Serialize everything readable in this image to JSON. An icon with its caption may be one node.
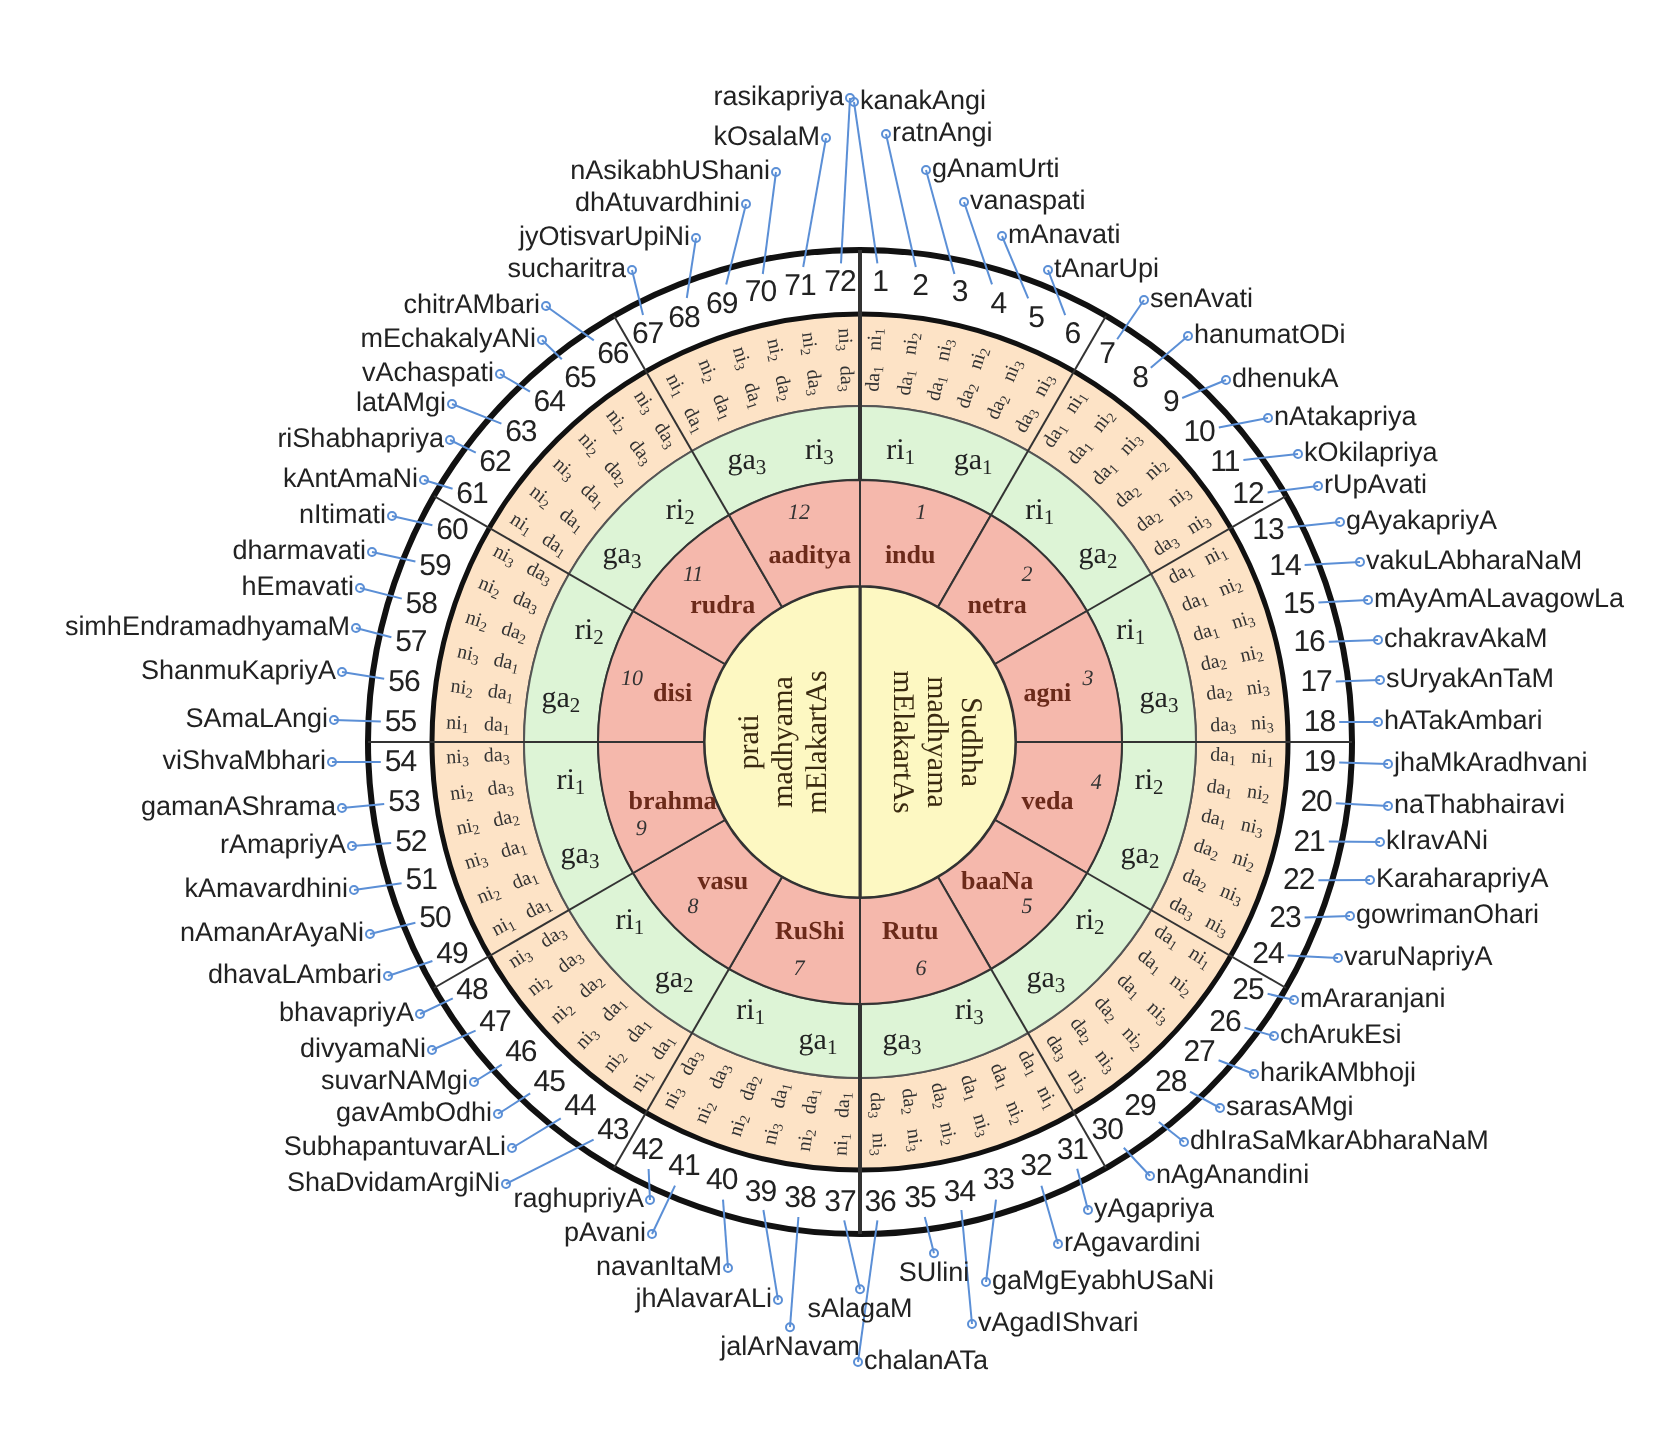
{
  "diagram": {
    "nodes": [
      {
        "text": [
          "Sudhha madhyama mElakartAs"
        ]
      },
      {
        "text": [
          "prati madhyama mElakartAs"
        ]
      },
      {
        "text": [
          "1",
          "indu"
        ]
      },
      {
        "text": [
          "2",
          "netra"
        ]
      },
      {
        "text": [
          "3",
          "agni"
        ]
      },
      {
        "text": [
          "veda",
          "4"
        ]
      },
      {
        "text": [
          "baaNa",
          "5"
        ]
      },
      {
        "text": [
          "Rutu",
          "6"
        ]
      },
      {
        "text": [
          "RuShi",
          "7"
        ]
      },
      {
        "text": [
          "vasu",
          "8"
        ]
      },
      {
        "text": [
          "brahma",
          "9"
        ]
      },
      {
        "text": [
          "10",
          "disi"
        ]
      },
      {
        "text": [
          "11",
          "rudra"
        ]
      },
      {
        "text": [
          "12",
          "aaditya"
        ]
      },
      {
        "text": [
          "1"
        ]
      },
      {
        "text": [
          "2"
        ]
      },
      {
        "text": [
          "3"
        ]
      },
      {
        "text": [
          "4"
        ]
      },
      {
        "text": [
          "5"
        ]
      },
      {
        "text": [
          "6"
        ]
      },
      {
        "text": [
          "7"
        ]
      },
      {
        "text": [
          "8"
        ]
      },
      {
        "text": [
          "9"
        ]
      },
      {
        "text": [
          "10"
        ]
      },
      {
        "text": [
          "11"
        ]
      },
      {
        "text": [
          "12"
        ]
      },
      {
        "text": [
          "13"
        ]
      },
      {
        "text": [
          "14"
        ]
      },
      {
        "text": [
          "15"
        ]
      },
      {
        "text": [
          "16"
        ]
      },
      {
        "text": [
          "17"
        ]
      },
      {
        "text": [
          "18"
        ]
      },
      {
        "text": [
          "19"
        ]
      },
      {
        "text": [
          "20"
        ]
      },
      {
        "text": [
          "21"
        ]
      },
      {
        "text": [
          "22"
        ]
      },
      {
        "text": [
          "23"
        ]
      },
      {
        "text": [
          "24"
        ]
      },
      {
        "text": [
          "25"
        ]
      },
      {
        "text": [
          "26"
        ]
      },
      {
        "text": [
          "27"
        ]
      },
      {
        "text": [
          "28"
        ]
      },
      {
        "text": [
          "29"
        ]
      },
      {
        "text": [
          "30"
        ]
      },
      {
        "text": [
          "31"
        ]
      },
      {
        "text": [
          "32"
        ]
      },
      {
        "text": [
          "33"
        ]
      },
      {
        "text": [
          "34"
        ]
      },
      {
        "text": [
          "35"
        ]
      },
      {
        "text": [
          "36"
        ]
      },
      {
        "text": [
          "37"
        ]
      },
      {
        "text": [
          "38"
        ]
      },
      {
        "text": [
          "39"
        ]
      },
      {
        "text": [
          "40"
        ]
      },
      {
        "text": [
          "41"
        ]
      },
      {
        "text": [
          "42"
        ]
      },
      {
        "text": [
          "43"
        ]
      },
      {
        "text": [
          "44"
        ]
      },
      {
        "text": [
          "45"
        ]
      },
      {
        "text": [
          "46"
        ]
      },
      {
        "text": [
          "47"
        ]
      },
      {
        "text": [
          "48"
        ]
      },
      {
        "text": [
          "49"
        ]
      },
      {
        "text": [
          "50"
        ]
      },
      {
        "text": [
          "51"
        ]
      },
      {
        "text": [
          "52"
        ]
      },
      {
        "text": [
          "53"
        ]
      },
      {
        "text": [
          "54"
        ]
      },
      {
        "text": [
          "55"
        ]
      },
      {
        "text": [
          "56"
        ]
      },
      {
        "text": [
          "57"
        ]
      },
      {
        "text": [
          "58"
        ]
      },
      {
        "text": [
          "59"
        ]
      },
      {
        "text": [
          "60"
        ]
      },
      {
        "text": [
          "61"
        ]
      },
      {
        "text": [
          "62"
        ]
      },
      {
        "text": [
          "63"
        ]
      },
      {
        "text": [
          "64"
        ]
      },
      {
        "text": [
          "65"
        ]
      },
      {
        "text": [
          "66"
        ]
      },
      {
        "text": [
          "67"
        ]
      },
      {
        "text": [
          "68"
        ]
      },
      {
        "text": [
          "69"
        ]
      },
      {
        "text": [
          "70"
        ]
      },
      {
        "text": [
          "71"
        ]
      },
      {
        "text": [
          "72"
        ]
      },
      {
        "text": [
          "kanakAngi"
        ]
      },
      {
        "text": [
          "ratnAngi"
        ]
      },
      {
        "text": [
          "gAnamUrti"
        ]
      },
      {
        "text": [
          "vanaspati"
        ]
      },
      {
        "text": [
          "mAnavati"
        ]
      },
      {
        "text": [
          "tAnarUpi"
        ]
      },
      {
        "text": [
          "senAvati"
        ]
      },
      {
        "text": [
          "hanumatODi"
        ]
      },
      {
        "text": [
          "dhenukA"
        ]
      },
      {
        "text": [
          "nAtakapriya"
        ]
      },
      {
        "text": [
          "kOkilapriya"
        ]
      },
      {
        "text": [
          "rUpAvati"
        ]
      },
      {
        "text": [
          "gAyakapriyA"
        ]
      },
      {
        "text": [
          "vakuLAbharaNaM"
        ]
      },
      {
        "text": [
          "mAyAmALavagowLa"
        ]
      },
      {
        "text": [
          "chakravAkaM"
        ]
      },
      {
        "text": [
          "sUryakAnTaM"
        ]
      },
      {
        "text": [
          "hATakAmbari"
        ]
      },
      {
        "text": [
          "jhaMkAradhvani"
        ]
      },
      {
        "text": [
          "naThabhairavi"
        ]
      },
      {
        "text": [
          "kIravANi"
        ]
      },
      {
        "text": [
          "KaraharapriyA"
        ]
      },
      {
        "text": [
          "gowrimanOhari"
        ]
      },
      {
        "text": [
          "varuNapriyA"
        ]
      },
      {
        "text": [
          "mAraranjani"
        ]
      },
      {
        "text": [
          "chArukEsi"
        ]
      },
      {
        "text": [
          "harikAMbhoji"
        ]
      },
      {
        "text": [
          "sarasAMgi"
        ]
      },
      {
        "text": [
          "dhIraSaMkarAbharaNaM"
        ]
      },
      {
        "text": [
          "nAgAnandini"
        ]
      },
      {
        "text": [
          "yAgapriya"
        ]
      },
      {
        "text": [
          "rAgavardini"
        ]
      },
      {
        "text": [
          "gaMgEyabhUSaNi"
        ]
      },
      {
        "text": [
          "vAgadIShvari"
        ]
      },
      {
        "text": [
          "SUlini"
        ]
      },
      {
        "text": [
          "chalanATa"
        ]
      },
      {
        "text": [
          "sAlagaM"
        ]
      },
      {
        "text": [
          "jalArNavam"
        ]
      },
      {
        "text": [
          "jhAlavarALi"
        ]
      },
      {
        "text": [
          "navanItaM"
        ]
      },
      {
        "text": [
          "pAvani"
        ]
      },
      {
        "text": [
          "raghupriyA"
        ]
      },
      {
        "text": [
          "ShaDvidamArgiNi"
        ]
      },
      {
        "text": [
          "SubhapantuvarALi"
        ]
      },
      {
        "text": [
          "gavAmbOdhi"
        ]
      },
      {
        "text": [
          "suvarNAMgi"
        ]
      },
      {
        "text": [
          "divyamaNi"
        ]
      },
      {
        "text": [
          "bhavapriyA"
        ]
      },
      {
        "text": [
          "dhavaLAmbari"
        ]
      },
      {
        "text": [
          "nAmanArAyaNi"
        ]
      },
      {
        "text": [
          "kAmavardhini"
        ]
      },
      {
        "text": [
          "rAmapriyA"
        ]
      },
      {
        "text": [
          "gamanAShrama"
        ]
      },
      {
        "text": [
          "viShvaMbhari"
        ]
      },
      {
        "text": [
          "SAmaLAngi"
        ]
      },
      {
        "text": [
          "ShanmuKapriyA"
        ]
      },
      {
        "text": [
          "simhEndramadhyamaM"
        ]
      },
      {
        "text": [
          "hEmavati"
        ]
      },
      {
        "text": [
          "dharmavati"
        ]
      },
      {
        "text": [
          "nItimati"
        ]
      },
      {
        "text": [
          "kAntAmaNi"
        ]
      },
      {
        "text": [
          "riShabhapriya"
        ]
      },
      {
        "text": [
          "latAMgi"
        ]
      },
      {
        "text": [
          "vAchaspati"
        ]
      },
      {
        "text": [
          "mEchakalyANi"
        ]
      },
      {
        "text": [
          "chitrAMbari"
        ]
      },
      {
        "text": [
          "sucharitra"
        ]
      },
      {
        "text": [
          "jyOtisvarUpiNi"
        ]
      },
      {
        "text": [
          "dhAtuvardhini"
        ]
      },
      {
        "text": [
          "nAsikabhUShani"
        ]
      },
      {
        "text": [
          "kOsalaM"
        ]
      },
      {
        "text": [
          "rasikapriya"
        ]
      }
    ],
    "edges": [
      {
        "from": 86,
        "to": 14,
        "arrow": "other"
      },
      {
        "from": 87,
        "to": 15,
        "arrow": "other"
      },
      {
        "from": 88,
        "to": 16,
        "arrow": "other"
      },
      {
        "from": 89,
        "to": 17,
        "arrow": "other"
      },
      {
        "from": 90,
        "to": 18,
        "arrow": "other"
      },
      {
        "from": 91,
        "to": 19,
        "arrow": "other"
      },
      {
        "from": 92,
        "to": 20,
        "arrow": "other"
      },
      {
        "from": 93,
        "to": 21,
        "arrow": "other"
      },
      {
        "from": 94,
        "to": 22,
        "arrow": "other"
      },
      {
        "from": 95,
        "to": 23,
        "arrow": "other"
      },
      {
        "from": 96,
        "to": 24,
        "arrow": "other"
      },
      {
        "from": 97,
        "to": 25,
        "arrow": "other"
      },
      {
        "from": 98,
        "to": 26,
        "arrow": "other"
      },
      {
        "from": 99,
        "to": 27,
        "arrow": "other"
      },
      {
        "from": 100,
        "to": 28,
        "arrow": "other"
      },
      {
        "from": 101,
        "to": 29,
        "arrow": "other"
      },
      {
        "from": 102,
        "to": 30,
        "arrow": "other"
      },
      {
        "from": 103,
        "to": 31,
        "arrow": "other"
      },
      {
        "from": 104,
        "to": 32,
        "arrow": "other"
      },
      {
        "from": 105,
        "to": 33,
        "arrow": "other"
      },
      {
        "from": 106,
        "to": 34,
        "arrow": "other"
      },
      {
        "from": 107,
        "to": 35,
        "arrow": "other"
      },
      {
        "from": 108,
        "to": 36,
        "arrow": "other"
      },
      {
        "from": 109,
        "to": 37,
        "arrow": "other"
      },
      {
        "from": 110,
        "to": 38,
        "arrow": "other"
      },
      {
        "from": 111,
        "to": 39,
        "arrow": "other"
      },
      {
        "from": 112,
        "to": 40,
        "arrow": "other"
      },
      {
        "from": 113,
        "to": 41,
        "arrow": "other"
      },
      {
        "from": 114,
        "to": 42,
        "arrow": "other"
      },
      {
        "from": 115,
        "to": 43,
        "arrow": "other"
      },
      {
        "from": 116,
        "to": 44,
        "arrow": "other"
      },
      {
        "from": 117,
        "to": 45,
        "arrow": "other"
      },
      {
        "from": 118,
        "to": 46,
        "arrow": "other"
      },
      {
        "from": 119,
        "to": 47,
        "arrow": "other"
      },
      {
        "from": 120,
        "to": 48,
        "arrow": "other"
      },
      {
        "from": 121,
        "to": 49,
        "arrow": "other"
      },
      {
        "from": 122,
        "to": 50,
        "arrow": "other"
      },
      {
        "from": 123,
        "to": 51,
        "arrow": "other"
      },
      {
        "from": 124,
        "to": 52,
        "arrow": "other"
      },
      {
        "from": 125,
        "to": 53,
        "arrow": "other"
      },
      {
        "from": 126,
        "to": 54,
        "arrow": "other"
      },
      {
        "from": 127,
        "to": 55,
        "arrow": "other"
      },
      {
        "from": 128,
        "to": 56,
        "arrow": "other"
      },
      {
        "from": 129,
        "to": 57,
        "arrow": "other"
      },
      {
        "from": 130,
        "to": 58,
        "arrow": "other"
      },
      {
        "from": 131,
        "to": 59,
        "arrow": "other"
      },
      {
        "from": 132,
        "to": 60,
        "arrow": "other"
      },
      {
        "from": 133,
        "to": 61,
        "arrow": "other"
      },
      {
        "from": 134,
        "to": 62,
        "arrow": "other"
      },
      {
        "from": 135,
        "to": 63,
        "arrow": "other"
      },
      {
        "from": 136,
        "to": 64,
        "arrow": "other"
      },
      {
        "from": 137,
        "to": 65,
        "arrow": "other"
      },
      {
        "from": 138,
        "to": 66,
        "arrow": "other"
      },
      {
        "from": 139,
        "to": 67,
        "arrow": "other"
      },
      {
        "from": 140,
        "to": 68,
        "arrow": "other"
      },
      {
        "from": 141,
        "to": 69,
        "arrow": "other"
      },
      {
        "from": 142,
        "to": 70,
        "arrow": "other"
      },
      {
        "from": 143,
        "to": 71,
        "arrow": "other"
      },
      {
        "from": 144,
        "to": 72,
        "arrow": "other"
      },
      {
        "from": 145,
        "to": 73,
        "arrow": "other"
      },
      {
        "from": 146,
        "to": 74,
        "arrow": "other"
      },
      {
        "from": 147,
        "to": 75,
        "arrow": "other"
      },
      {
        "from": 148,
        "to": 76,
        "arrow": "other"
      },
      {
        "from": 149,
        "to": 77,
        "arrow": "other"
      },
      {
        "from": 150,
        "to": 78,
        "arrow": "other"
      },
      {
        "from": 151,
        "to": 79,
        "arrow": "other"
      },
      {
        "from": 152,
        "to": 80,
        "arrow": "other"
      },
      {
        "from": 153,
        "to": 81,
        "arrow": "other"
      },
      {
        "from": 154,
        "to": 82,
        "arrow": "other"
      },
      {
        "from": 155,
        "to": 83,
        "arrow": "other"
      },
      {
        "from": 156,
        "to": 84,
        "arrow": "other"
      },
      {
        "from": 157,
        "to": 85,
        "arrow": "other"
      }
    ],
    "labels": [
      "ri$_{1}$",
      "ga$_{1}$",
      "da$_{1}$ ni$_{1}$",
      "da$_{1}$ ni$_{2}$",
      "da$_{1}$ ni$_{3}$",
      "da$_{2}$ ni$_{2}$",
      "da$_{2}$ ni$_{3}$",
      "da$_{3}$ ni$_{3}$",
      "ri$_{1}$",
      "ga$_{2}$",
      "da$_{1}$ ni$_{1}$",
      "da$_{1}$ ni$_{2}$",
      "da$_{1}$ ni$_{3}$",
      "da$_{2}$ ni$_{2}$",
      "da$_{2}$ ni$_{3}$",
      "da$_{3}$ ni$_{3}$",
      "ri$_{1}$",
      "ga$_{3}$",
      "da$_{1}$ ni$_{1}$",
      "da$_{1}$ ni$_{2}$",
      "da$_{1}$ ni$_{3}$",
      "da$_{2}$ ni$_{2}$",
      "da$_{2}$ ni$_{3}$",
      "da$_{3}$ ni$_{3}$",
      "ri$_{2}$",
      "ga$_{2}$",
      "da$_{1}$ ni$_{1}$",
      "da$_{1}$ ni$_{2}$",
      "da$_{1}$ ni$_{3}$",
      "da$_{2}$ ni$_{2}$",
      "da$_{2}$ ni$_{3}$",
      "da$_{3}$ ni$_{3}$",
      "ri$_{2}$",
      "ga$_{3}$",
      "da$_{1}$ ni$_{1}$",
      "da$_{1}$ ni$_{2}$",
      "da$_{1}$ ni$_{3}$",
      "da$_{2}$ ni$_{2}$",
      "da$_{2}$ ni$_{3}$",
      "da$_{3}$ ni$_{3}$",
      "ri$_{3}$",
      "ga$_{3}$",
      "da$_{1}$ ni$_{1}$",
      "da$_{1}$ ni$_{2}$",
      "da$_{1}$ ni$_{3}$",
      "da$_{2}$ ni$_{2}$",
      "da$_{2}$ ni$_{3}$",
      "da$_{3}$ ni$_{3}$",
      "ri$_{1}$",
      "ga$_{1}$",
      "ni$_{1}$ da$_{1}$",
      "ni$_{2}$ da$_{1}$",
      "ni$_{3}$ da$_{1}$",
      "ni$_{2}$ da$_{2}$",
      "ni$_{2}$ da$_{3}$",
      "ni$_{3}$ da$_{3}$",
      "ri$_{1}$",
      "ga$_{2}$",
      "ni$_{1}$ da$_{1}$",
      "ni$_{2}$ da$_{1}$",
      "ni$_{3}$ da$_{1}$",
      "ni$_{2}$ da$_{2}$",
      "ni$_{2}$ da$_{3}$",
      "ni$_{3}$ da$_{3}$",
      "ri$_{1}$",
      "ga$_{3}$",
      "ni$_{1}$ da$_{1}$",
      "ni$_{2}$ da$_{1}$",
      "ni$_{3}$ da$_{1}$",
      "ni$_{2}$ da$_{2}$",
      "ni$_{2}$ da$_{3}$",
      "ni$_{3}$ da$_{3}$",
      "ri$_{2}$",
      "ga$_{2}$",
      "ni$_{1}$ da$_{1}$",
      "ni$_{2}$ da$_{1}$",
      "ni$_{3}$ da$_{1}$",
      "ni$_{2}$ da$_{2}$",
      "ni$_{2}$ da$_{3}$",
      "ni$_{3}$ da$_{3}$",
      "ri$_{2}$",
      "ga$_{3}$",
      "ni$_{1}$ da$_{1}$",
      "ni$_{2}$ da$_{1}$",
      "ni$_{3}$ da$_{1}$",
      "ni$_{2}$ da$_{2}$",
      "ni$_{2}$ da$_{3}$",
      "ni$_{3}$ da$_{3}$",
      "ri$_{3}$",
      "ga$_{3}$",
      "ni$_{1}$ da$_{1}$",
      "ni$_{2}$ da$_{1}$",
      "ni$_{3}$ da$_{1}$",
      "ni$_{2}$ da$_{2}$",
      "ni$_{2}$ da$_{3}$",
      "ni$_{3}$ da$_{3}$"
    ]
  }
}
